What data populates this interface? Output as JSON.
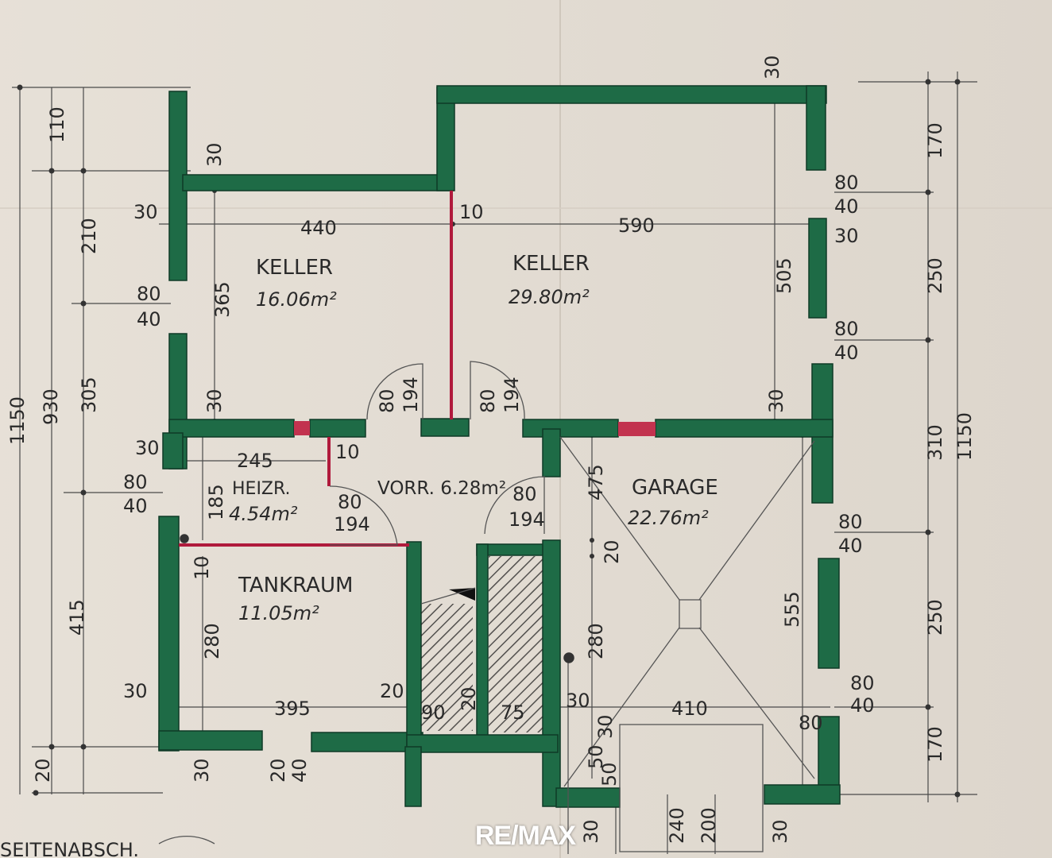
{
  "rooms": [
    {
      "name": "KELLER",
      "area": "16.06m²"
    },
    {
      "name": "KELLER",
      "area": "29.80m²"
    },
    {
      "name": "HEIZR.",
      "area": "4.54m²"
    },
    {
      "name": "VORR. 6.28m²",
      "area": ""
    },
    {
      "name": "GARAGE",
      "area": "22.76m²"
    },
    {
      "name": "TANKRAUM",
      "area": "11.05m²"
    }
  ],
  "dims": {
    "left_outer": [
      "110",
      "210",
      "305",
      "415",
      "20"
    ],
    "left_total_a": "1150",
    "left_total_b": "930",
    "right_outer": [
      "170",
      "250",
      "310",
      "250",
      "170"
    ],
    "right_total": "1150",
    "top_30": "30",
    "wall_30a": "30",
    "wall_30b": "30",
    "wall_30c": "30",
    "wall_30d": "30",
    "wall_30e": "30",
    "wall_30f": "30",
    "wall_30g": "30",
    "wall_30h": "30",
    "w440": "440",
    "w590": "590",
    "w10": "10",
    "h365": "365",
    "h505": "505",
    "w245": "245",
    "h185": "185",
    "w10b": "10",
    "h10": "10",
    "h280a": "280",
    "h280b": "280",
    "w395": "395",
    "w410": "410",
    "h555": "555",
    "h475": "475",
    "w20a": "20",
    "w20b": "20",
    "w20c": "20",
    "h20": "20",
    "w90": "90",
    "w75": "75",
    "win_80": "80",
    "win_40": "40",
    "door_80": "80",
    "door_194": "194",
    "w80b": "80",
    "w40b": "40",
    "w30c": "30",
    "w50a": "50",
    "w50b": "50",
    "w240": "240",
    "w200": "200",
    "w30s": "30",
    "w80s": "80",
    "door_80b": "80",
    "door_194b": "194"
  },
  "caption": "SEITENABSCH.",
  "logo": "RE/MAX"
}
